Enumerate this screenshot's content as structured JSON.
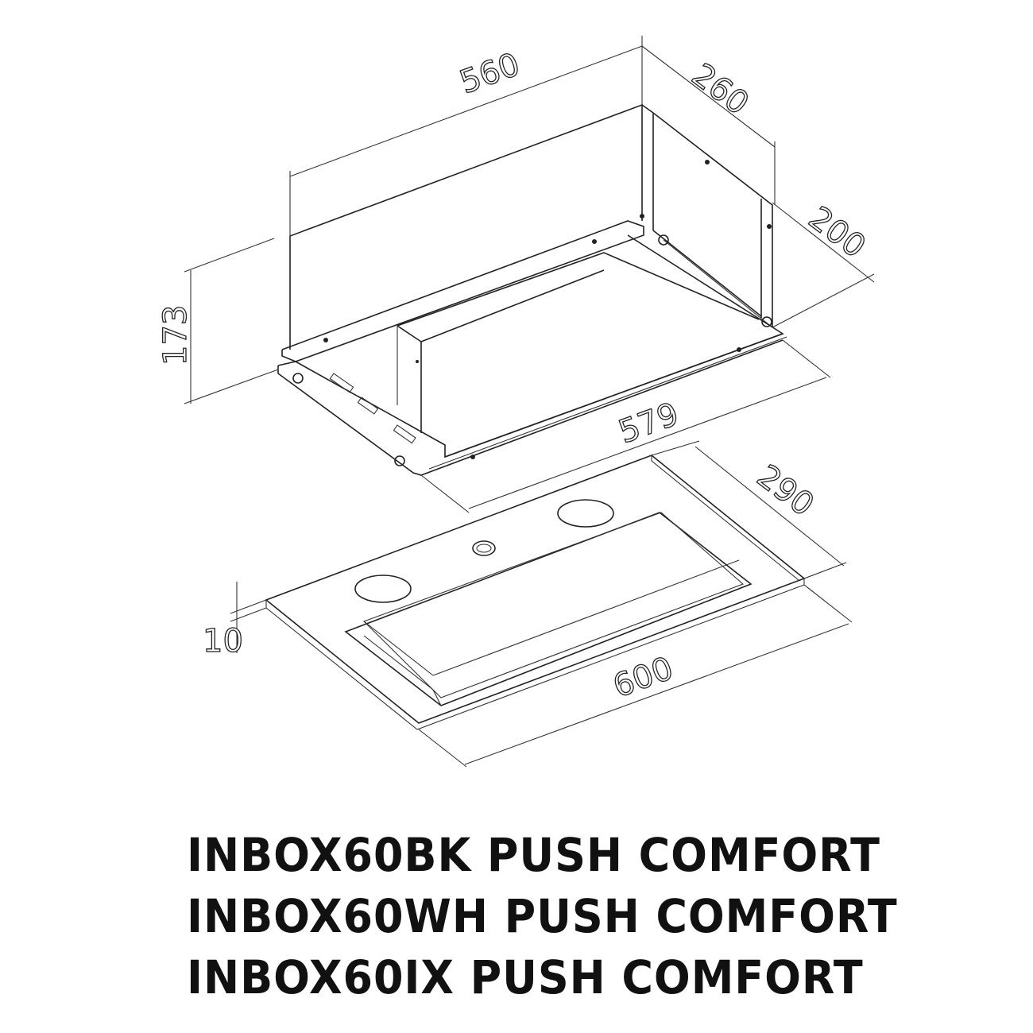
{
  "dimensions": {
    "length_top": "560",
    "depth_top": "260",
    "depth_side": "200",
    "height": "173",
    "frame_length": "579",
    "panel_depth": "290",
    "panel_thickness": "10",
    "panel_length": "600"
  },
  "models": [
    "INBOX60BK PUSH COMFORT",
    "INBOX60WH PUSH COMFORT",
    "INBOX60IX PUSH COMFORT"
  ]
}
